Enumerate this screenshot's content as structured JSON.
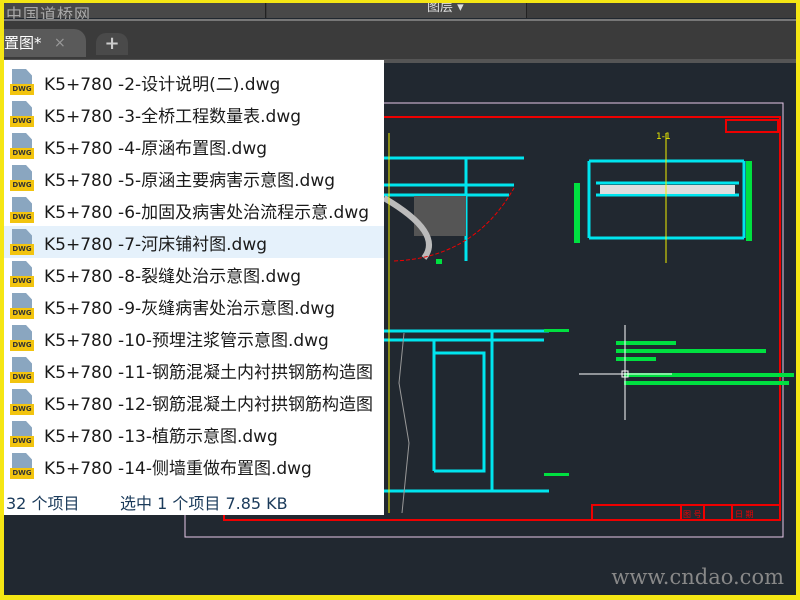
{
  "watermark_top": "中国道桥网",
  "toolbar": {
    "layers_label": "图层"
  },
  "tab": {
    "title": "置图*",
    "close": "×",
    "new_tab": "+"
  },
  "files": [
    "K5+780 -2-设计说明(二).dwg",
    "K5+780 -3-全桥工程数量表.dwg",
    "K5+780 -4-原涵布置图.dwg",
    "K5+780 -5-原涵主要病害示意图.dwg",
    "K5+780 -6-加固及病害处治流程示意.dwg",
    "K5+780 -7-河床铺衬图.dwg",
    "K5+780 -8-裂缝处治示意图.dwg",
    "K5+780 -9-灰缝病害处治示意图.dwg",
    "K5+780 -10-预埋注浆管示意图.dwg",
    "K5+780 -11-钢筋混凝土内衬拱钢筋构造图",
    "K5+780 -12-钢筋混凝土内衬拱钢筋构造图",
    "K5+780 -13-植筋示意图.dwg",
    "K5+780 -14-侧墙重做布置图.dwg"
  ],
  "file_icon_label": "DWG",
  "selected_index": 5,
  "status": {
    "count": "32 个项目",
    "selection": "选中 1 个项目  7.85 KB"
  },
  "drawing": {
    "section_label": "1-1",
    "title_block": [
      "图 号",
      "日 期"
    ]
  },
  "watermark_bottom": "www.cndao.com"
}
